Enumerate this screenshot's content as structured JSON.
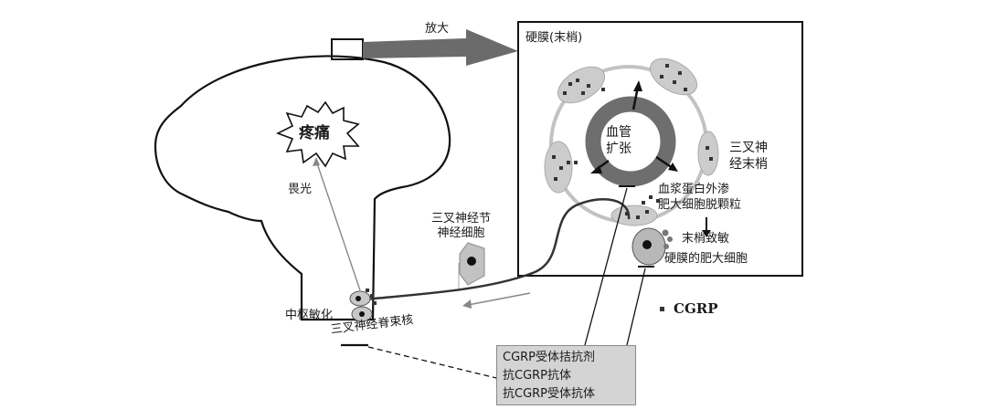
{
  "labels": {
    "magnify": "放大",
    "dura_title": "硬膜(末梢)",
    "pain": "疼痛",
    "photophobia": "畏光",
    "ganglion_line1": "三叉神经节",
    "ganglion_line2": "神经细胞",
    "central_sensitization": "中枢敏化",
    "spinal_nucleus": "三叉神经脊束核",
    "vasodilation_line1": "血管",
    "vasodilation_line2": "扩张",
    "nerve_ending_line1": "三叉神",
    "nerve_ending_line2": "经末梢",
    "plasma_extravasation": "血浆蛋白外渗",
    "mast_degranulation": "肥大细胞脱颗粒",
    "peripheral_sensitization": "末梢致敏",
    "dural_mast_cell": "硬膜的肥大细胞",
    "cgrp_legend": "CGRP"
  },
  "drugs": [
    "CGRP受体拮抗剂",
    "抗CGRP抗体",
    "抗CGRP受体抗体"
  ],
  "colors": {
    "vessel_ring": "#6e6e6e",
    "nerve_ending": "#cccccc",
    "cgrp_dot": "#333333",
    "drug_box": "#d4d4d4"
  }
}
